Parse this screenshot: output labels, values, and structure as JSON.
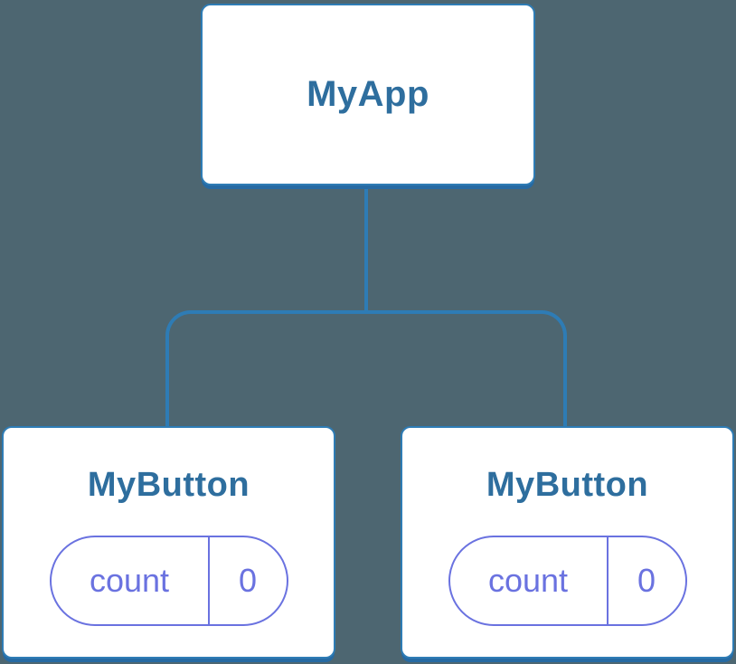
{
  "diagram": {
    "description": "Component tree: MyApp parent with two MyButton children, each holding its own count state",
    "root": {
      "label": "MyApp"
    },
    "children": [
      {
        "label": "MyButton",
        "state": {
          "key": "count",
          "value": "0"
        }
      },
      {
        "label": "MyButton",
        "state": {
          "key": "count",
          "value": "0"
        }
      }
    ]
  },
  "colors": {
    "bg": "#4D6671",
    "node-bg": "#FFFFFF",
    "node-border": "#2E7CB5",
    "node-shadow": "#266AA3",
    "connector": "#2E7CB5",
    "title": "#2E6E9E",
    "state": "#6A72E0"
  }
}
